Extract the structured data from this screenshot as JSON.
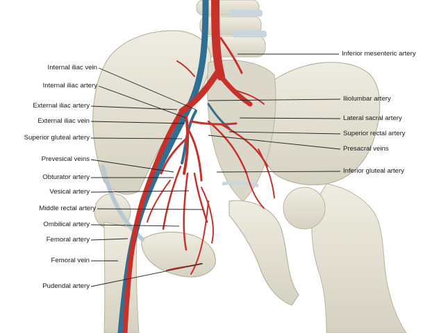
{
  "labels_left": [
    {
      "id": "internal-iliac-vein",
      "text": "Internal iliac vein"
    },
    {
      "id": "internal-iliac-artery",
      "text": "Internal iliac artery"
    },
    {
      "id": "external-iliac-artery",
      "text": "External iliac artery"
    },
    {
      "id": "external-iliac-vein",
      "text": "External iliac vein"
    },
    {
      "id": "superior-gluteal-artery",
      "text": "Superior gluteal artery"
    },
    {
      "id": "prevesical-veins",
      "text": "Prevesical veins"
    },
    {
      "id": "obturator-artery",
      "text": "Obturator artery"
    },
    {
      "id": "vesical-artery",
      "text": "Vesical artery"
    },
    {
      "id": "middle-rectal-artery",
      "text": "Middle rectal artery"
    },
    {
      "id": "ombilical-artery",
      "text": "Ombilical artery"
    },
    {
      "id": "femoral-artery",
      "text": "Femoral artery"
    },
    {
      "id": "femoral-vein",
      "text": "Femoral vein"
    },
    {
      "id": "pudendal-artery",
      "text": "Pudendal artery"
    }
  ],
  "labels_right": [
    {
      "id": "inferior-mesenteric-artery",
      "text": "Inferior mesenteric artery"
    },
    {
      "id": "iliolumbar-artery",
      "text": "Iliolumbar artery"
    },
    {
      "id": "lateral-sacral-artery",
      "text": "Lateral sacral artery"
    },
    {
      "id": "superior-rectal-artery",
      "text": "Superior rectal artery"
    },
    {
      "id": "presacral-veins",
      "text": "Presacral veins"
    },
    {
      "id": "inferior-gluteal-artery",
      "text": "Inferior gluteal artery"
    }
  ],
  "colors": {
    "bone": "#e7e4d7",
    "bone_shade": "#c9c5b3",
    "artery": "#c8312a",
    "artery_dark": "#8e1c17",
    "vein": "#2f6f93",
    "ligament": "#b9c9d3",
    "leader": "#222222"
  }
}
